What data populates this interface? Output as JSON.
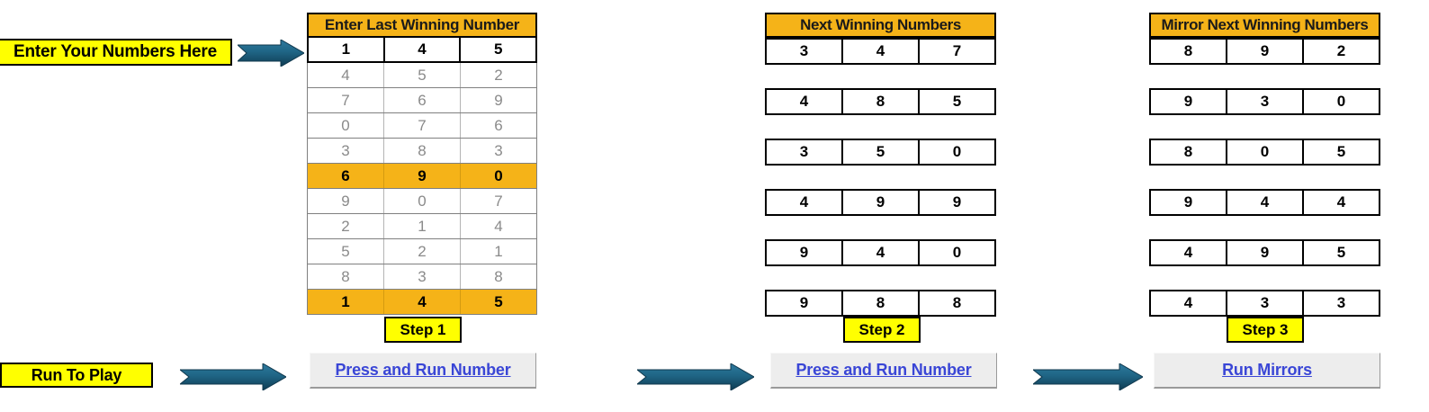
{
  "labels": {
    "enter_numbers": "Enter Your Numbers Here",
    "run_to_play": "Run To Play",
    "step1": "Step 1",
    "step2": "Step 2",
    "step3": "Step 3"
  },
  "icons": {
    "arrow1": "right-arrow-icon",
    "arrow2": "right-arrow-icon",
    "arrow3": "right-arrow-icon",
    "arrow4": "right-arrow-icon"
  },
  "colors": {
    "header_orange": "#F5B318",
    "highlight_yellow": "#FFFF00",
    "arrow_teal": "#1F6585",
    "link_blue": "#3A46D6",
    "plain_digit_gray": "#8A8A8A"
  },
  "table1": {
    "header": "Enter Last Winning Number",
    "rows": [
      {
        "style": "first",
        "values": [
          "1",
          "4",
          "5"
        ]
      },
      {
        "style": "plain",
        "values": [
          "4",
          "5",
          "2"
        ]
      },
      {
        "style": "plain",
        "values": [
          "7",
          "6",
          "9"
        ]
      },
      {
        "style": "plain",
        "values": [
          "0",
          "7",
          "6"
        ]
      },
      {
        "style": "plain",
        "values": [
          "3",
          "8",
          "3"
        ]
      },
      {
        "style": "hl",
        "values": [
          "6",
          "9",
          "0"
        ]
      },
      {
        "style": "plain",
        "values": [
          "9",
          "0",
          "7"
        ]
      },
      {
        "style": "plain",
        "values": [
          "2",
          "1",
          "4"
        ]
      },
      {
        "style": "plain",
        "values": [
          "5",
          "2",
          "1"
        ]
      },
      {
        "style": "plain",
        "values": [
          "8",
          "3",
          "8"
        ]
      },
      {
        "style": "hl",
        "values": [
          "1",
          "4",
          "5"
        ]
      }
    ]
  },
  "table2": {
    "header": "Next Winning Numbers",
    "rows": [
      [
        "3",
        "4",
        "7"
      ],
      [
        "4",
        "8",
        "5"
      ],
      [
        "3",
        "5",
        "0"
      ],
      [
        "4",
        "9",
        "9"
      ],
      [
        "9",
        "4",
        "0"
      ],
      [
        "9",
        "8",
        "8"
      ]
    ]
  },
  "table3": {
    "header": "Mirror Next Winning Numbers",
    "rows": [
      [
        "8",
        "9",
        "2"
      ],
      [
        "9",
        "3",
        "0"
      ],
      [
        "8",
        "0",
        "5"
      ],
      [
        "9",
        "4",
        "4"
      ],
      [
        "4",
        "9",
        "5"
      ],
      [
        "4",
        "3",
        "3"
      ]
    ]
  },
  "buttons": {
    "press_and_run_1": "Press and Run Number",
    "press_and_run_2": "Press and Run Number",
    "run_mirrors": "Run Mirrors"
  }
}
